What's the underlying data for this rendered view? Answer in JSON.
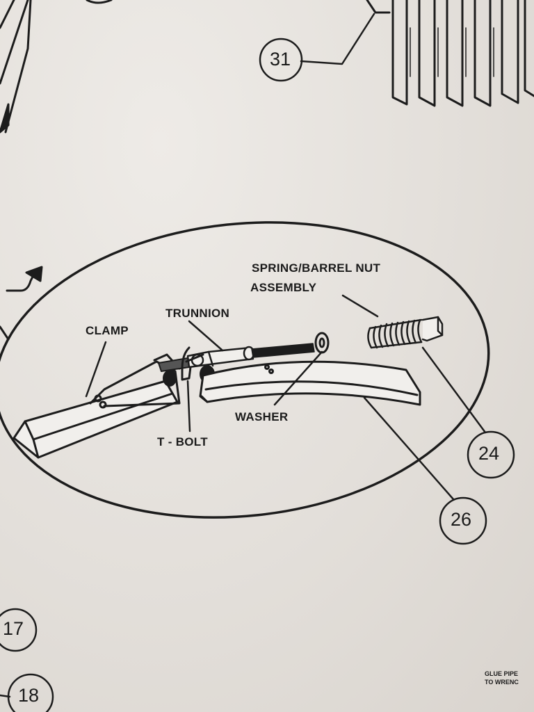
{
  "labels": {
    "spring_line1": "SPRING/BARREL NUT",
    "spring_line2": "ASSEMBLY",
    "trunnion": "TRUNNION",
    "clamp": "CLAMP",
    "washer": "WASHER",
    "tbolt": "T - BOLT"
  },
  "callouts": {
    "c31": "31",
    "c24": "24",
    "c26": "26",
    "c17": "17",
    "c18": "18"
  },
  "footer": {
    "line1": "GLUE PIPE",
    "line2": "TO WRENC"
  }
}
